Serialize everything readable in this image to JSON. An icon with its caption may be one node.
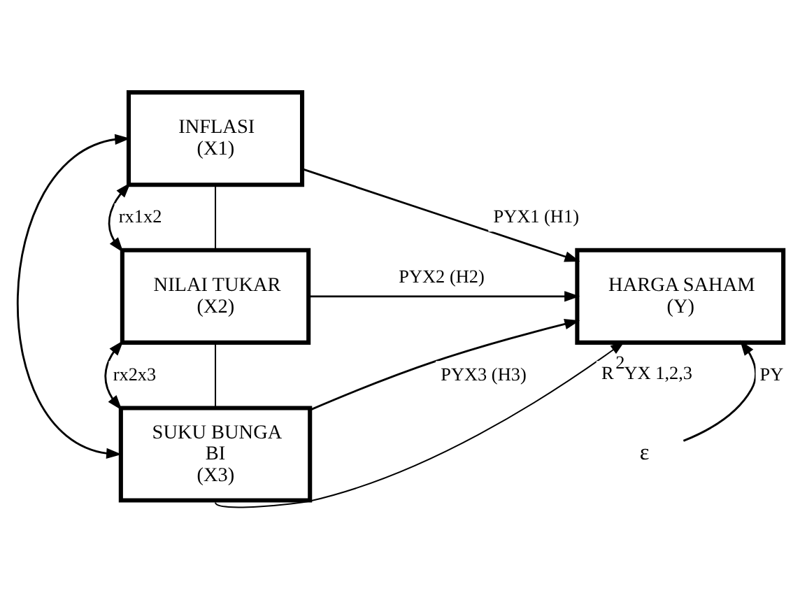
{
  "diagram": {
    "nodes": [
      {
        "text": [
          "INFLASI",
          "(X1)"
        ]
      },
      {
        "text": [
          "NILAI TUKAR",
          "(X2)"
        ]
      },
      {
        "text": [
          "SUKU BUNGA BI",
          "(X3)"
        ]
      },
      {
        "text": [
          "HARGA SAHAM (Y)"
        ]
      },
      {
        "text": [
          "ε"
        ]
      }
    ],
    "edges": [
      {
        "from": 0,
        "to": 3,
        "arrow": "to",
        "label": "PYX1 (H1)"
      },
      {
        "from": 1,
        "to": 3,
        "arrow": "to",
        "label": "PYX2 (H2)"
      },
      {
        "from": 2,
        "to": 3,
        "arrow": "to",
        "label": "PYX3 (H3)"
      },
      {
        "from": 4,
        "to": 3,
        "arrow": "to",
        "label": "PY"
      },
      {
        "from": 0,
        "to": 1,
        "arrow": "none"
      },
      {
        "from": 1,
        "to": 2,
        "arrow": "none"
      },
      {
        "from": 0,
        "to": 2,
        "arrow": "both"
      },
      {
        "from": 0,
        "to": 1,
        "arrow": "both",
        "label": "rx1x2"
      },
      {
        "from": 1,
        "to": 2,
        "arrow": "both",
        "label": "rx2x3"
      },
      {
        "from": 2,
        "to": 3,
        "arrow": "to",
        "label": "R$^{2}$YX 1,2,3"
      }
    ]
  }
}
